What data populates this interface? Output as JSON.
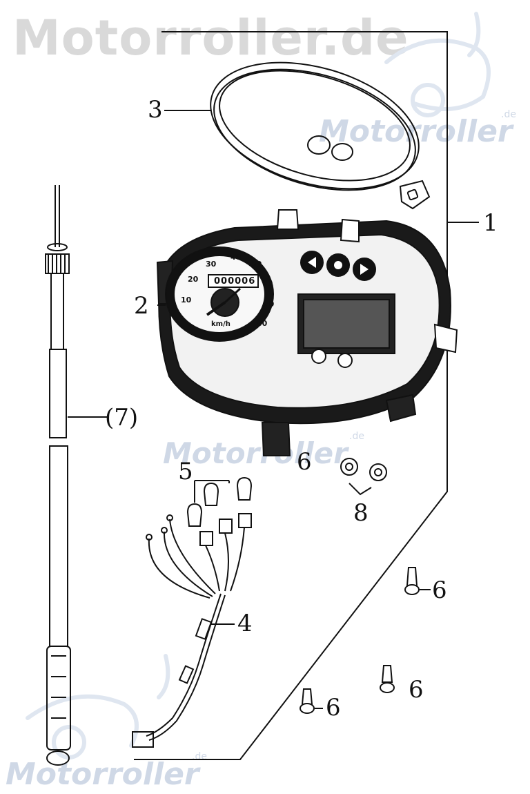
{
  "watermarks": {
    "top": "Motorroller.de",
    "brand": "Motorroller",
    "brand_suffix": ".de"
  },
  "callouts": [
    {
      "id": "1",
      "label": "1"
    },
    {
      "id": "2",
      "label": "2"
    },
    {
      "id": "3",
      "label": "3"
    },
    {
      "id": "4",
      "label": "4"
    },
    {
      "id": "5",
      "label": "5"
    },
    {
      "id": "6a",
      "label": "6"
    },
    {
      "id": "6b",
      "label": "6"
    },
    {
      "id": "6c",
      "label": "6"
    },
    {
      "id": "6d",
      "label": "6"
    },
    {
      "id": "7",
      "label": "(7)"
    },
    {
      "id": "8",
      "label": "8"
    }
  ],
  "speedometer": {
    "odometer": "000006",
    "unit": "km/h",
    "scale": [
      "10",
      "20",
      "30",
      "40",
      "50",
      "60",
      "70",
      "80"
    ]
  },
  "colors": {
    "line": "#111111",
    "watermark_grey": "#d9d9d9",
    "watermark_blue": "#cfd8e6"
  }
}
